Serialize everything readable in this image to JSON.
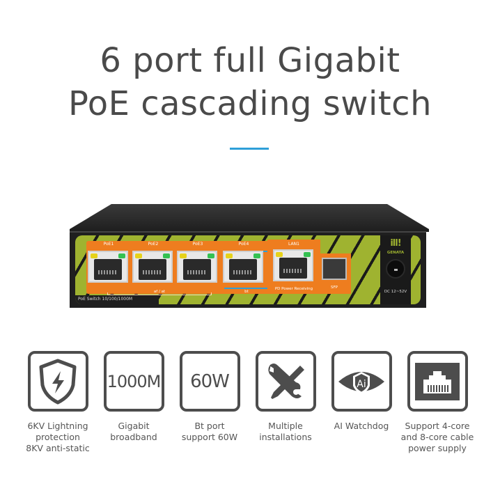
{
  "header": {
    "title_line1": "6 port full Gigabit",
    "title_line2": "PoE cascading switch",
    "accent_color": "#2e9fd8"
  },
  "device": {
    "panel_label": "PoE Switch    10/100/1000M",
    "poe_ports": [
      {
        "label": "PoE1"
      },
      {
        "label": "PoE2"
      },
      {
        "label": "PoE3"
      },
      {
        "label": "PoE4"
      }
    ],
    "poe_group_label": "af / at",
    "bt_label": "bt",
    "lan_port": {
      "label": "LAN1",
      "sub_label": "PD Power Receiving"
    },
    "sfp_port": {
      "label": "SFP"
    },
    "brand": {
      "glyph": "ill!",
      "name": "GENATA"
    },
    "power_label": "DC 12~52V",
    "colors": {
      "orange": "#ee7d1f",
      "green": "#9fb330",
      "led_yellow": "#e6d21a",
      "led_green": "#35c152"
    }
  },
  "features": [
    {
      "icon": "shield-lightning-icon",
      "box_text": "",
      "caption": "6KV Lightning\nprotection\n8KV anti-static"
    },
    {
      "icon": "",
      "box_text": "1000M",
      "caption": "Gigabit\nbroadband"
    },
    {
      "icon": "",
      "box_text": "60W",
      "caption": "Bt port\nsupport 60W"
    },
    {
      "icon": "wrench-screwdriver-icon",
      "box_text": "",
      "caption": "Multiple\ninstallations"
    },
    {
      "icon": "ai-eye-icon",
      "box_text": "",
      "caption": "AI Watchdog"
    },
    {
      "icon": "rj45-port-icon",
      "box_text": "",
      "caption": "Support 4-core\nand 8-core cable\npower supply"
    }
  ]
}
